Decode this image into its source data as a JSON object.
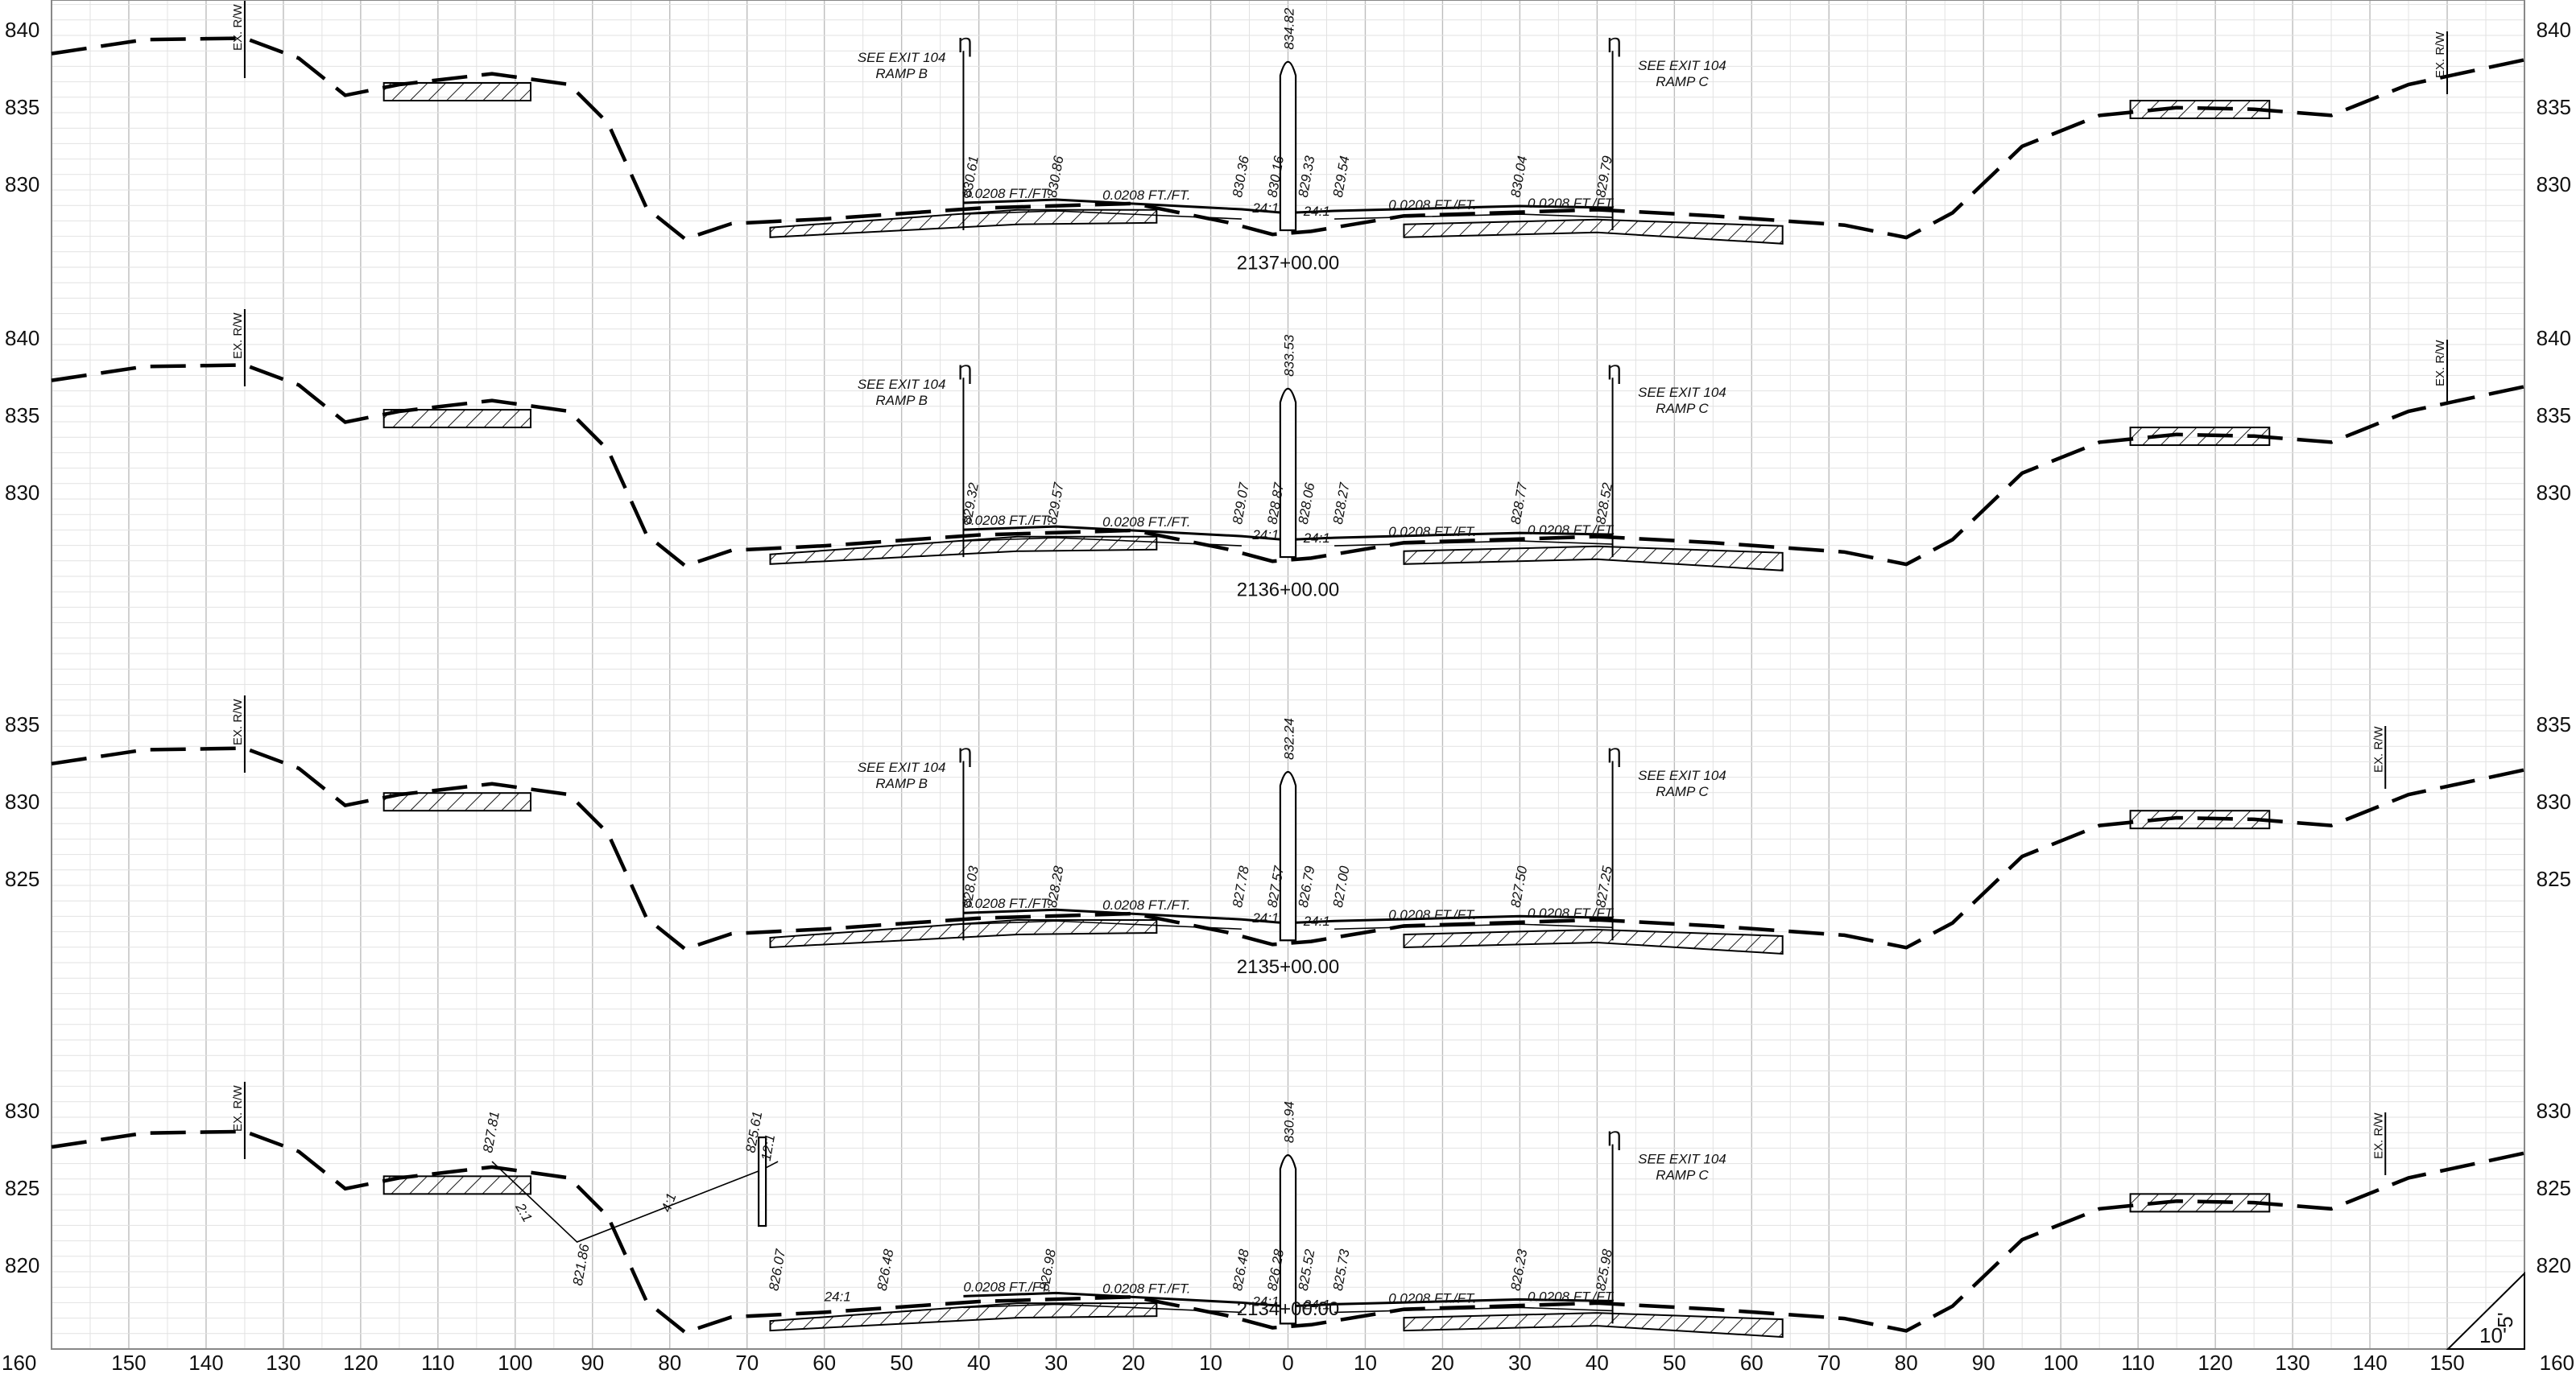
{
  "x_axis": {
    "ticks": [
      "160",
      "150",
      "140",
      "130",
      "120",
      "110",
      "100",
      "90",
      "80",
      "70",
      "60",
      "50",
      "40",
      "30",
      "20",
      "10",
      "0",
      "10",
      "20",
      "30",
      "40",
      "50",
      "60",
      "70",
      "80",
      "90",
      "100",
      "110",
      "120",
      "130",
      "140",
      "150",
      "160"
    ]
  },
  "scale_box": {
    "horizontal": "10'",
    "vertical": "5'"
  },
  "sections": [
    {
      "station": "2137+00.00",
      "elev_labels": [
        "840",
        "835",
        "830"
      ],
      "rw_label": "EX. R/W",
      "notes": {
        "left": "SEE EXIT 104\nRAMP B",
        "right": "SEE EXIT 104\nRAMP C"
      },
      "left_line_elevs": [
        "830.61",
        "830.86",
        "830.36",
        "830.16"
      ],
      "right_line_elevs": [
        "829.33",
        "829.54",
        "830.04",
        "829.79"
      ],
      "crown": "834.82",
      "slopes": [
        "0.0208 FT./FT.",
        "0.0208 FT./FT.",
        "0.0208 FT./FT.",
        "0.0208 FT./FT."
      ],
      "shoulder": [
        "24:1",
        "24:1"
      ]
    },
    {
      "station": "2136+00.00",
      "elev_labels": [
        "840",
        "835",
        "830"
      ],
      "rw_label": "EX. R/W",
      "notes": {
        "left": "SEE EXIT 104\nRAMP B",
        "right": "SEE EXIT 104\nRAMP C"
      },
      "left_line_elevs": [
        "829.32",
        "829.57",
        "829.07",
        "828.87"
      ],
      "right_line_elevs": [
        "828.06",
        "828.27",
        "828.77",
        "828.52"
      ],
      "crown": "833.53",
      "slopes": [
        "0.0208 FT./FT.",
        "0.0208 FT./FT.",
        "0.0208 FT./FT.",
        "0.0208 FT./FT."
      ],
      "shoulder": [
        "24:1",
        "24:1"
      ]
    },
    {
      "station": "2135+00.00",
      "elev_labels": [
        "835",
        "830",
        "825"
      ],
      "rw_label": "EX. R/W",
      "notes": {
        "left": "SEE EXIT 104\nRAMP B",
        "right": "SEE EXIT 104\nRAMP C"
      },
      "left_line_elevs": [
        "828.03",
        "828.28",
        "827.78",
        "827.57"
      ],
      "right_line_elevs": [
        "826.79",
        "827.00",
        "827.50",
        "827.25"
      ],
      "crown": "832.24",
      "slopes": [
        "0.0208 FT./FT.",
        "0.0208 FT./FT.",
        "0.0208 FT./FT.",
        "0.0208 FT./FT."
      ],
      "shoulder": [
        "24:1",
        "24:1"
      ]
    },
    {
      "station": "2134+00.00",
      "elev_labels": [
        "830",
        "825",
        "820"
      ],
      "rw_label": "EX. R/W",
      "notes": {
        "right": "SEE EXIT 104\nRAMP C"
      },
      "left_line_elevs": [
        "826.07",
        "826.48",
        "826.98",
        "826.48",
        "826.28"
      ],
      "right_line_elevs": [
        "825.52",
        "825.73",
        "826.23",
        "825.98"
      ],
      "crown": "830.94",
      "slopes": [
        "0.0208 FT./FT.",
        "0.0208 FT./FT.",
        "0.0208 FT./FT.",
        "0.0208 FT./FT."
      ],
      "shoulder": [
        "24:1",
        "24:1",
        "24:1"
      ],
      "ditch": {
        "top": "827.81",
        "bottom": "821.86",
        "wall_top": "825.61",
        "slope_a": "2:1",
        "slope_b": "4:1",
        "wall_slope": "12:1"
      }
    }
  ]
}
